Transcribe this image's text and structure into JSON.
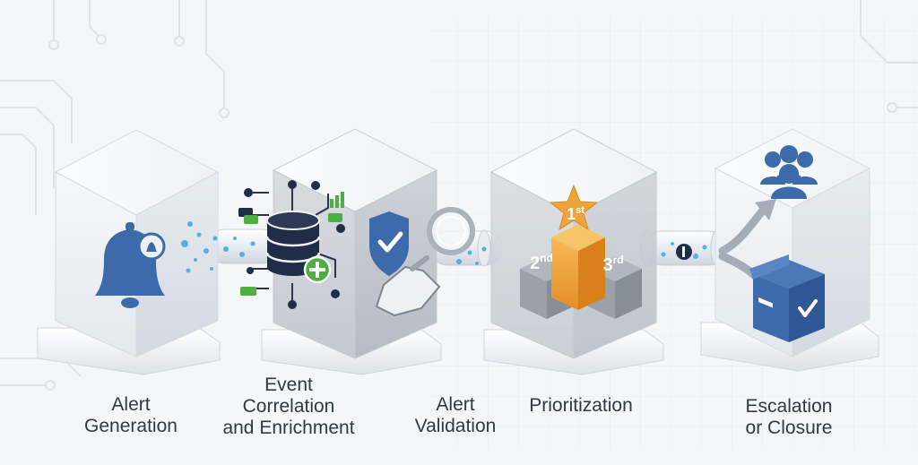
{
  "colors": {
    "background": "#f4f6f8",
    "cube_face": "#eef1f4",
    "cube_side": "#dfe4ea",
    "accent_blue": "#3d6aab",
    "dark_navy": "#1f2d47",
    "accent_green": "#4caf3f",
    "accent_orange": "#f0a33b",
    "label_text": "#2f3a46"
  },
  "stages": [
    {
      "id": "alert-generation",
      "label_lines": [
        "Alert",
        "Generation"
      ],
      "icon": "bell-icon"
    },
    {
      "id": "event-correlation",
      "label_lines": [
        "Event",
        "Correlation",
        "and Enrichment"
      ],
      "icon": "database-icon"
    },
    {
      "id": "alert-validation",
      "label_lines": [
        "Alert",
        "Validation"
      ],
      "icon": "shield-check-icon"
    },
    {
      "id": "prioritization",
      "label_lines": [
        "Prioritization"
      ],
      "icon": "podium-icon"
    },
    {
      "id": "escalation-closure",
      "label_lines": [
        "Escalation",
        "or Closure"
      ],
      "icon": "team-icon"
    }
  ],
  "ranks": [
    "1",
    "2",
    "3"
  ],
  "rank_suffixes": [
    "st",
    "nd",
    "rd"
  ]
}
